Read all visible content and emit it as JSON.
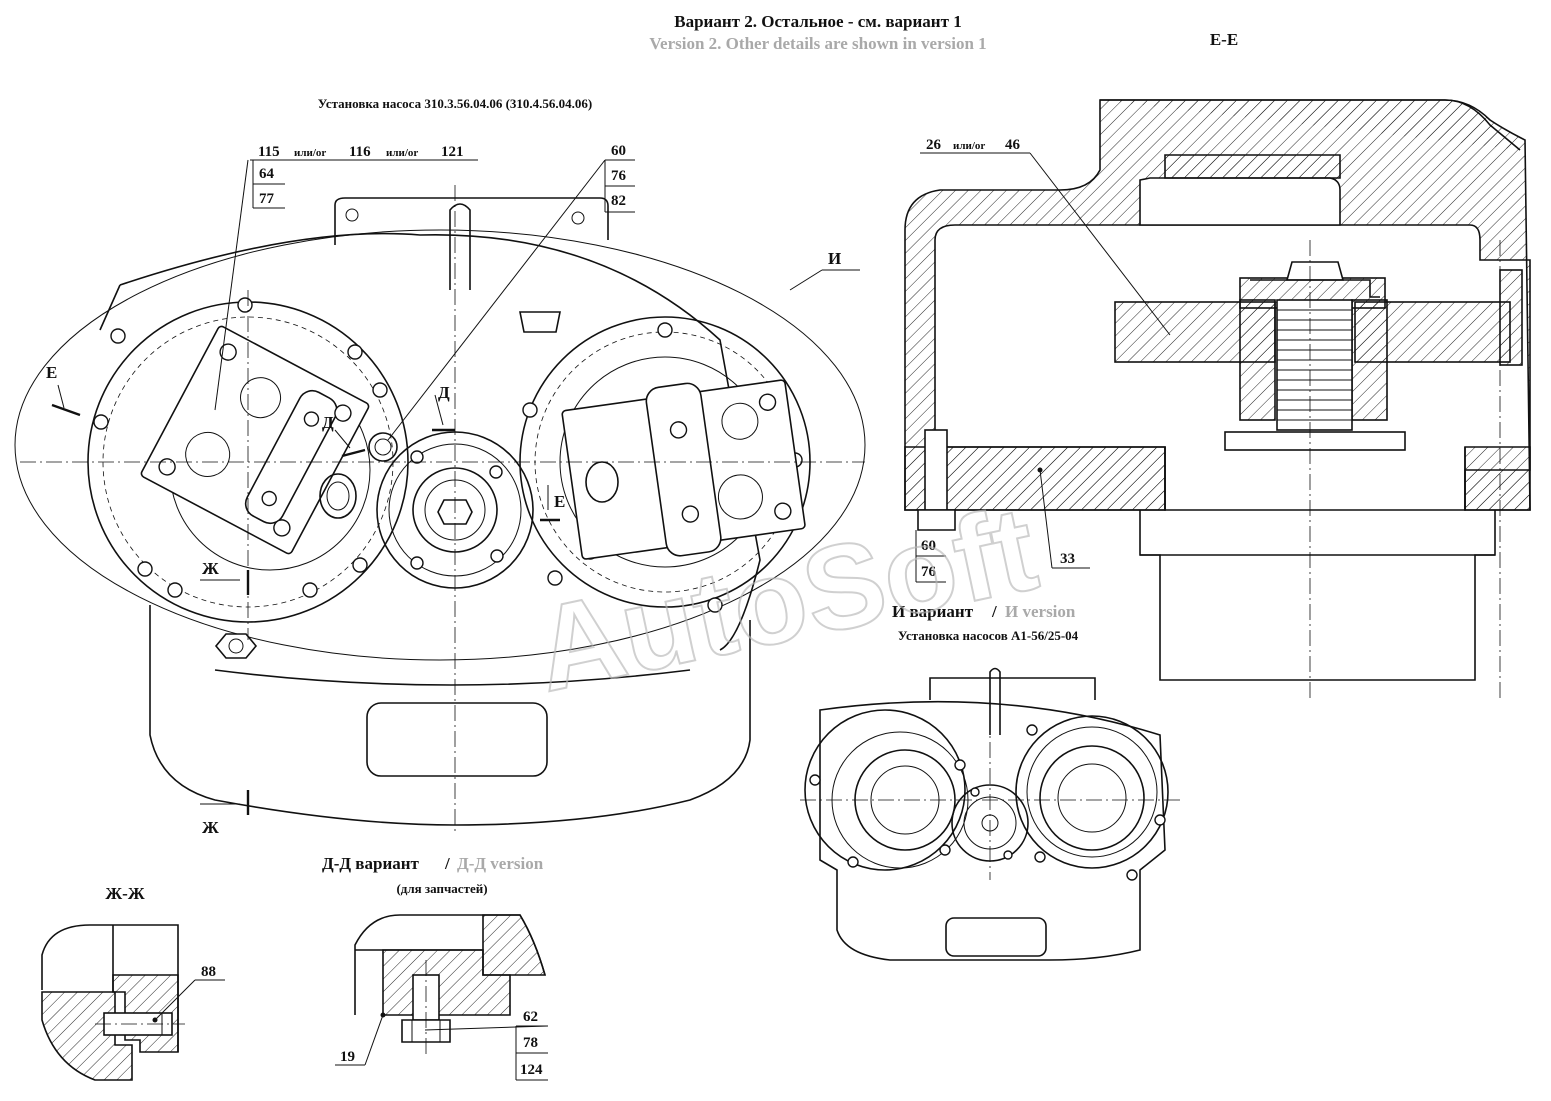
{
  "header": {
    "title_ru": "Вариант 2. Остальное - см. вариант 1",
    "title_en": "Version 2. Other details are shown in version 1"
  },
  "view_main": {
    "caption": "Установка насоса 310.3.56.04.06 (310.4.56.04.06)",
    "callout_top_left": {
      "p1": "115",
      "or1": "или/or",
      "p2": "116",
      "or2": "или/or",
      "p3": "121",
      "p4": "64",
      "p5": "77"
    },
    "callout_top_mid": {
      "p1": "60",
      "p2": "76",
      "p3": "82"
    },
    "label_I": "И",
    "cut_E": "Е",
    "cut_D": "Д",
    "cut_Zh": "Ж"
  },
  "view_EE": {
    "title": "Е-Е",
    "callout_top": {
      "p1": "26",
      "or": "или/or",
      "p2": "46"
    },
    "callout_bottom_left": {
      "p1": "60",
      "p2": "76"
    },
    "callout_bottom_right": "33"
  },
  "view_I": {
    "title_ru": "И вариант",
    "slash": "/",
    "title_en": "И version",
    "caption": "Установка насосов А1-56/25-04"
  },
  "view_DD": {
    "title_ru": "Д-Д вариант",
    "slash": "/",
    "title_en": "Д-Д version",
    "subtitle": "(для запчастей)",
    "callout_left": "19",
    "callout_right": {
      "p1": "62",
      "p2": "78",
      "p3": "124"
    }
  },
  "view_ZhZh": {
    "title": "Ж-Ж",
    "callout": "88"
  },
  "watermark": "AutoSoft"
}
